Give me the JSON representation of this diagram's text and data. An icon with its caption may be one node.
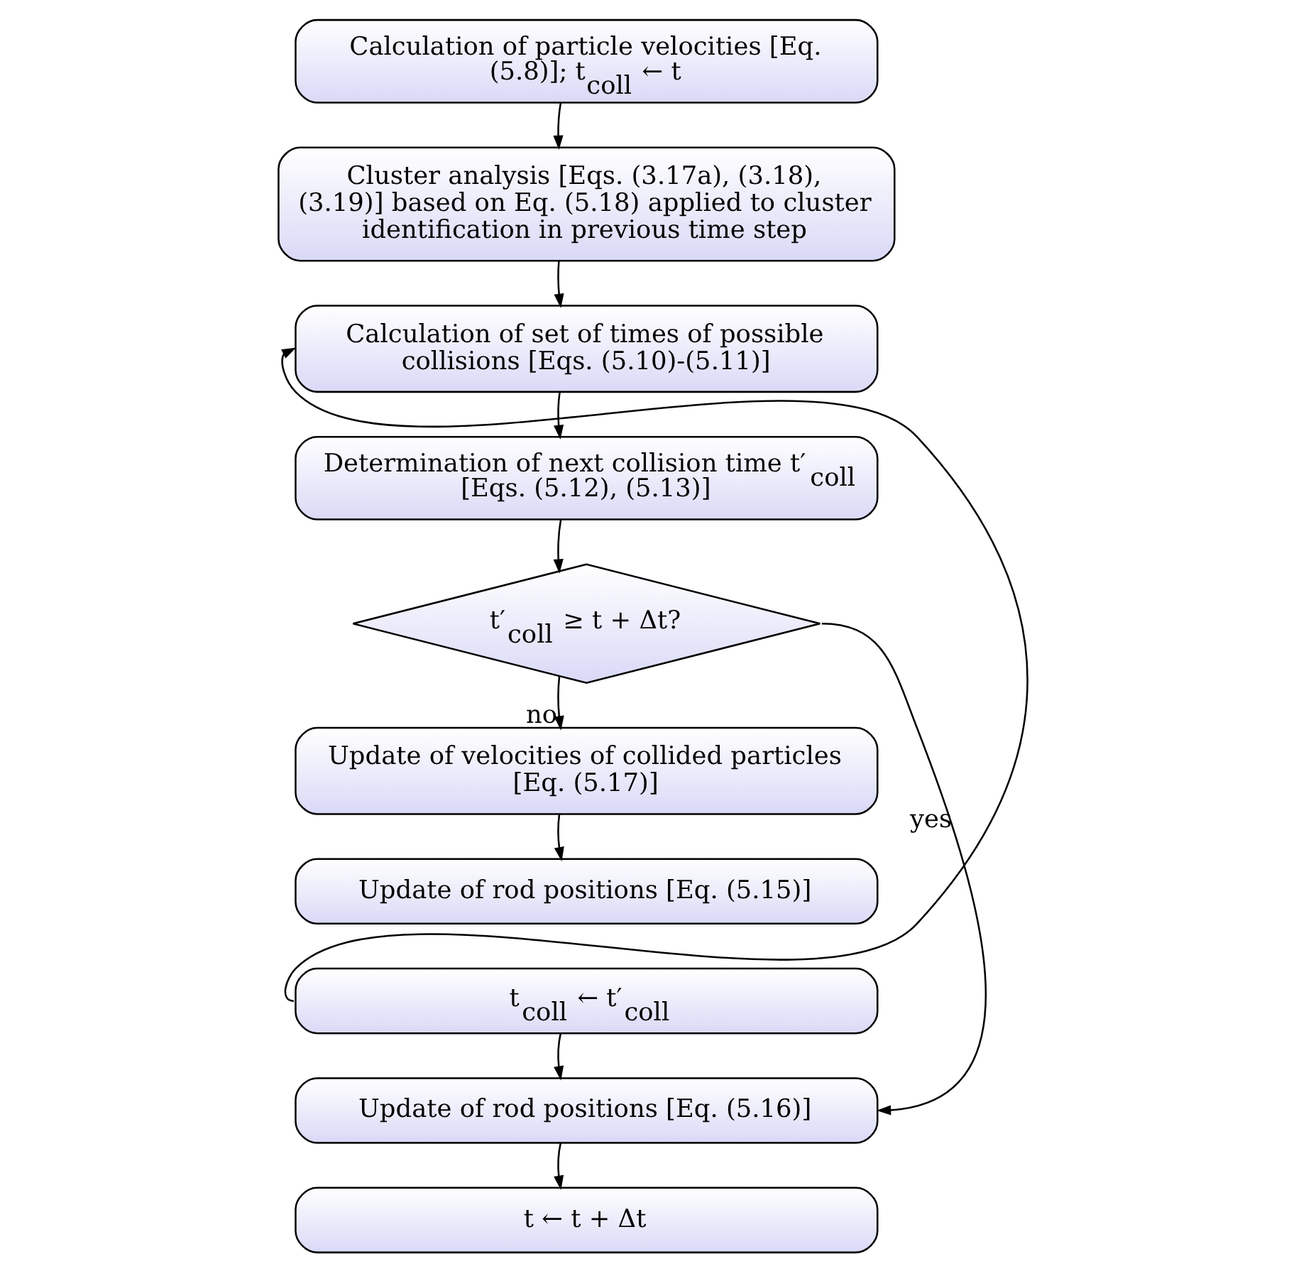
{
  "diagram": {
    "nodes": [
      {
        "text": [
          "Calculation of particle velocities [Eq. (5.8)]; t$_{coll}$ ← t"
        ]
      },
      {
        "text": [
          "Cluster analysis [Eqs. (3.17a), (3.18), (3.19)] based on Eq. (5.18) applied to cluster identification in previous time step"
        ]
      },
      {
        "text": [
          "Calculation of set of times of possible collisions [Eqs. (5.10)-(5.11)]"
        ]
      },
      {
        "text": [
          "Determination of next collision time t′$_{coll}$ [Eqs. (5.12), (5.13)]"
        ]
      },
      {
        "text": [
          "t′$_{coll}$ ≥ t + Δt?"
        ]
      },
      {
        "text": [
          "Update of velocities of collided particles [Eq. (5.17)]"
        ]
      },
      {
        "text": [
          "Update of rod positions [Eq. (5.15)]"
        ]
      },
      {
        "text": [
          "t$_{coll}$ ← t′$_{coll}$"
        ]
      },
      {
        "text": [
          "Update of rod positions [Eq. (5.16)]"
        ]
      },
      {
        "text": [
          "t ← t + Δt"
        ]
      }
    ],
    "edges": [
      {
        "from": 0,
        "to": 1,
        "arrow": "to"
      },
      {
        "from": 1,
        "to": 2,
        "arrow": "to"
      },
      {
        "from": 2,
        "to": 3,
        "arrow": "to"
      },
      {
        "from": 3,
        "to": 4,
        "arrow": "to"
      },
      {
        "from": 4,
        "to": 5,
        "arrow": "to",
        "label": "no"
      },
      {
        "from": 5,
        "to": 6,
        "arrow": "to"
      },
      {
        "from": 7,
        "to": 2,
        "arrow": "to"
      },
      {
        "from": 7,
        "to": 8,
        "arrow": "to"
      },
      {
        "from": 4,
        "to": 8,
        "arrow": "to",
        "label": "yes"
      },
      {
        "from": 8,
        "to": 9,
        "arrow": "to"
      }
    ]
  }
}
